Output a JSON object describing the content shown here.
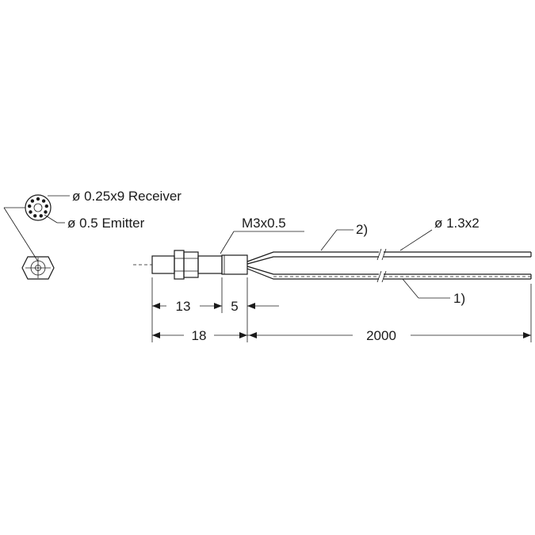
{
  "callouts": {
    "receiver": "ø 0.25x9 Receiver",
    "emitter": "ø 0.5 Emitter",
    "thread": "M3x0.5",
    "cable": "ø 1.3x2",
    "fiber_2": "2)",
    "fiber_1": "1)"
  },
  "dimensions": {
    "d13": "13",
    "d5": "5",
    "d18": "18",
    "d2000": "2000"
  }
}
